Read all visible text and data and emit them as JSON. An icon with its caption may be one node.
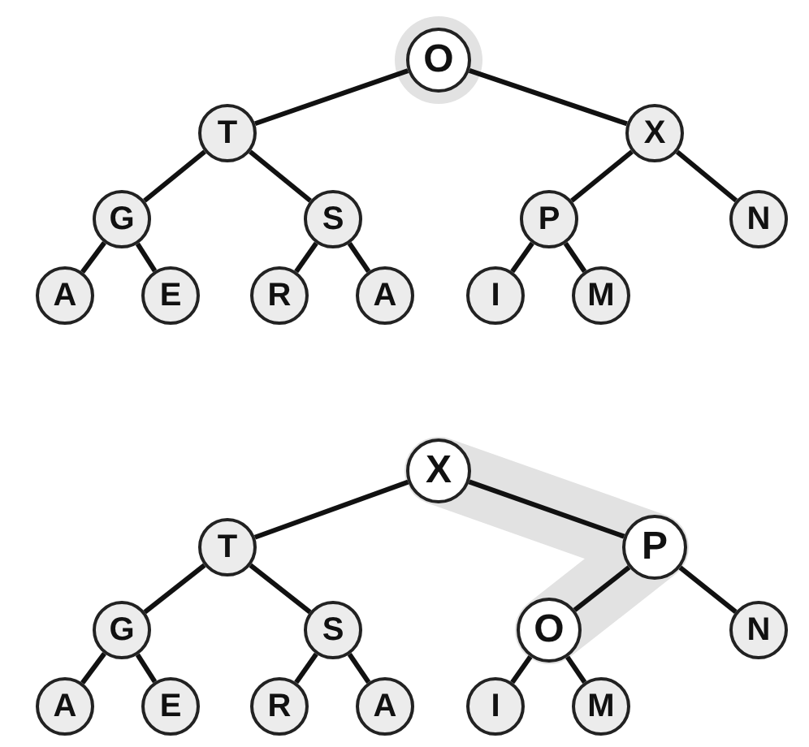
{
  "diagram": {
    "nodes": [
      {
        "text": [
          "O"
        ]
      },
      {
        "text": [
          "T"
        ]
      },
      {
        "text": [
          "X"
        ]
      },
      {
        "text": [
          "G"
        ]
      },
      {
        "text": [
          "S"
        ]
      },
      {
        "text": [
          "P"
        ]
      },
      {
        "text": [
          "N"
        ]
      },
      {
        "text": [
          "A"
        ]
      },
      {
        "text": [
          "E"
        ]
      },
      {
        "text": [
          "R"
        ]
      },
      {
        "text": [
          "A"
        ]
      },
      {
        "text": [
          "I"
        ]
      },
      {
        "text": [
          "M"
        ]
      },
      {
        "text": [
          "X"
        ]
      },
      {
        "text": [
          "T"
        ]
      },
      {
        "text": [
          "P"
        ]
      },
      {
        "text": [
          "G"
        ]
      },
      {
        "text": [
          "S"
        ]
      },
      {
        "text": [
          "O"
        ]
      },
      {
        "text": [
          "N"
        ]
      },
      {
        "text": [
          "A"
        ]
      },
      {
        "text": [
          "E"
        ]
      },
      {
        "text": [
          "R"
        ]
      },
      {
        "text": [
          "A"
        ]
      },
      {
        "text": [
          "I"
        ]
      },
      {
        "text": [
          "M"
        ]
      }
    ],
    "edges": [
      {
        "from": 0,
        "to": 1,
        "arrow": "none"
      },
      {
        "from": 0,
        "to": 2,
        "arrow": "none"
      },
      {
        "from": 1,
        "to": 3,
        "arrow": "none"
      },
      {
        "from": 1,
        "to": 4,
        "arrow": "none"
      },
      {
        "from": 2,
        "to": 5,
        "arrow": "none"
      },
      {
        "from": 2,
        "to": 6,
        "arrow": "none"
      },
      {
        "from": 3,
        "to": 7,
        "arrow": "none"
      },
      {
        "from": 3,
        "to": 8,
        "arrow": "none"
      },
      {
        "from": 4,
        "to": 9,
        "arrow": "none"
      },
      {
        "from": 4,
        "to": 10,
        "arrow": "none"
      },
      {
        "from": 5,
        "to": 11,
        "arrow": "none"
      },
      {
        "from": 5,
        "to": 12,
        "arrow": "none"
      },
      {
        "from": 13,
        "to": 14,
        "arrow": "none"
      },
      {
        "from": 13,
        "to": 15,
        "arrow": "none"
      },
      {
        "from": 14,
        "to": 16,
        "arrow": "none"
      },
      {
        "from": 14,
        "to": 17,
        "arrow": "none"
      },
      {
        "from": 15,
        "to": 18,
        "arrow": "none"
      },
      {
        "from": 15,
        "to": 19,
        "arrow": "none"
      },
      {
        "from": 16,
        "to": 20,
        "arrow": "none"
      },
      {
        "from": 16,
        "to": 21,
        "arrow": "none"
      },
      {
        "from": 17,
        "to": 22,
        "arrow": "none"
      },
      {
        "from": 17,
        "to": 23,
        "arrow": "none"
      },
      {
        "from": 18,
        "to": 24,
        "arrow": "none"
      },
      {
        "from": 18,
        "to": 25,
        "arrow": "none"
      }
    ]
  }
}
